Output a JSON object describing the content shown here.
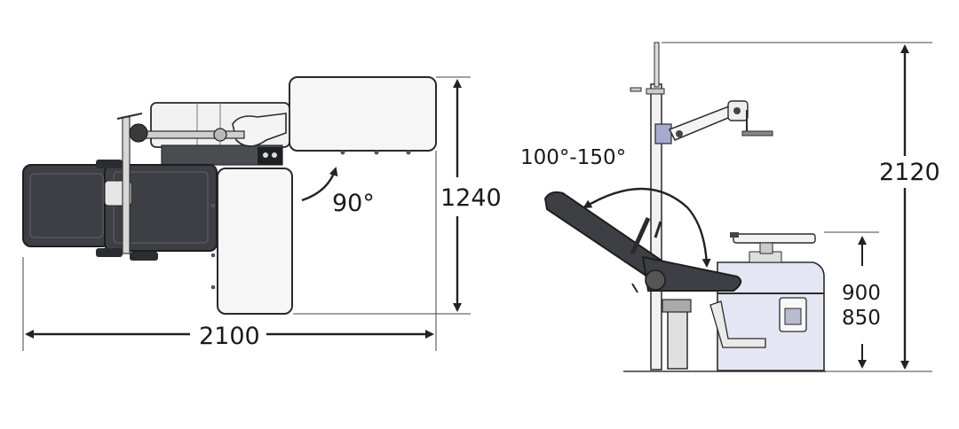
{
  "top_view": {
    "width_dim": "2100",
    "depth_dim": "1240",
    "rotation": "90°"
  },
  "side_view": {
    "backrest_angle": "100°-150°",
    "total_height": "2120",
    "table_height_max": "900",
    "table_height_min": "850"
  },
  "colors": {
    "upholstery": "#3d3f44",
    "outline": "#2a2a2a",
    "panel": "#f4f4f4",
    "cabinet": "#e4e6f3",
    "dimension_line": "#222222"
  }
}
